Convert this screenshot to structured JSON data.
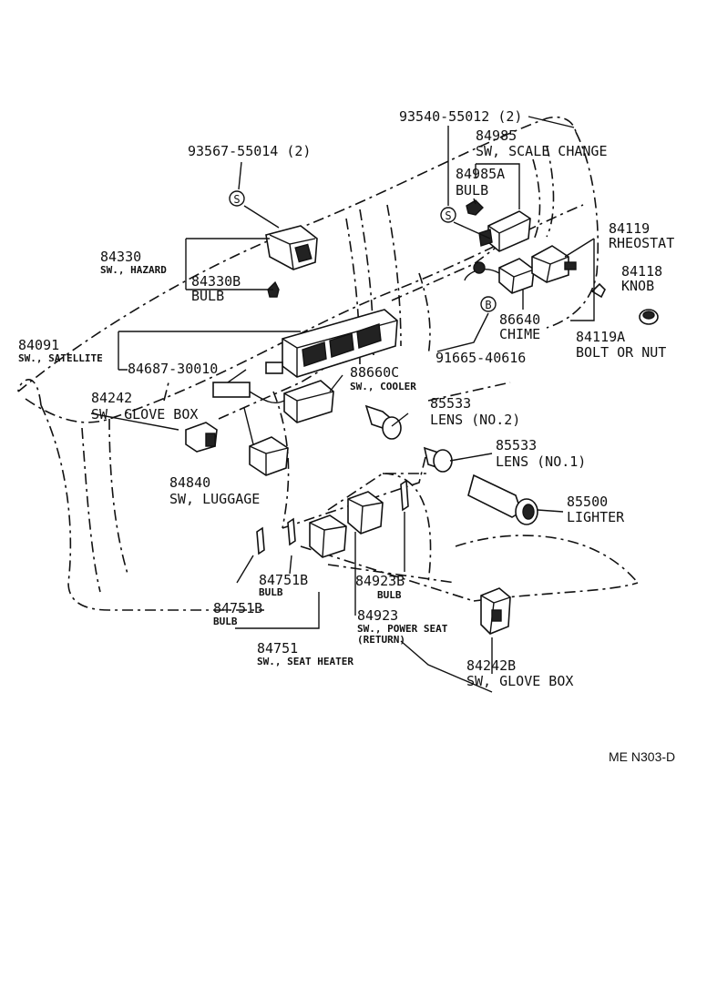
{
  "figure_code": "ME N303-D",
  "callouts": [
    {
      "id": "p93540",
      "number": "93540-55012 (2)"
    },
    {
      "id": "p84985",
      "number": "84985",
      "label": "SW, SCALE CHANGE"
    },
    {
      "id": "p93567",
      "number": "93567-55014 (2)"
    },
    {
      "id": "p84985a",
      "number": "84985A",
      "label": "BULB"
    },
    {
      "id": "p84119",
      "number": "84119",
      "label": "RHEOSTAT"
    },
    {
      "id": "p84330",
      "number": "84330",
      "label": "SW., HAZARD"
    },
    {
      "id": "p84118",
      "number": "84118",
      "label": "KNOB"
    },
    {
      "id": "p84330b",
      "number": "84330B",
      "label": "BULB"
    },
    {
      "id": "p86640",
      "number": "86640",
      "label": "CHIME"
    },
    {
      "id": "p84091",
      "number": "84091",
      "label": "SW., SATELLITE"
    },
    {
      "id": "p84119a",
      "number": "84119A",
      "label": "BOLT OR NUT"
    },
    {
      "id": "p91665",
      "number": "91665-40616"
    },
    {
      "id": "p84687",
      "number": "84687-30010"
    },
    {
      "id": "p88660c",
      "number": "88660C",
      "label": "SW., COOLER"
    },
    {
      "id": "p84242",
      "number": "84242",
      "label": "SW. GLOVE BOX"
    },
    {
      "id": "p85533_2",
      "number": "85533",
      "label": "LENS (NO.2)"
    },
    {
      "id": "p85533_1",
      "number": "85533",
      "label": "LENS (NO.1)"
    },
    {
      "id": "p84840",
      "number": "84840",
      "label": "SW, LUGGAGE"
    },
    {
      "id": "p85500",
      "number": "85500",
      "label": "LIGHTER"
    },
    {
      "id": "p84751b_a",
      "number": "84751B",
      "label": "BULB"
    },
    {
      "id": "p84923b",
      "number": "84923B",
      "label": "BULB"
    },
    {
      "id": "p84751b_b",
      "number": "84751B",
      "label": "BULB"
    },
    {
      "id": "p84923",
      "number": "84923",
      "label": "SW., POWER SEAT",
      "label2": "(RETURN)"
    },
    {
      "id": "p84751",
      "number": "84751",
      "label": "SW., SEAT HEATER"
    },
    {
      "id": "p84242b",
      "number": "84242B",
      "label": "SW, GLOVE BOX"
    }
  ],
  "markers": [
    {
      "id": "m1",
      "letter": "S"
    },
    {
      "id": "m2",
      "letter": "S"
    },
    {
      "id": "m3",
      "letter": "B"
    }
  ]
}
